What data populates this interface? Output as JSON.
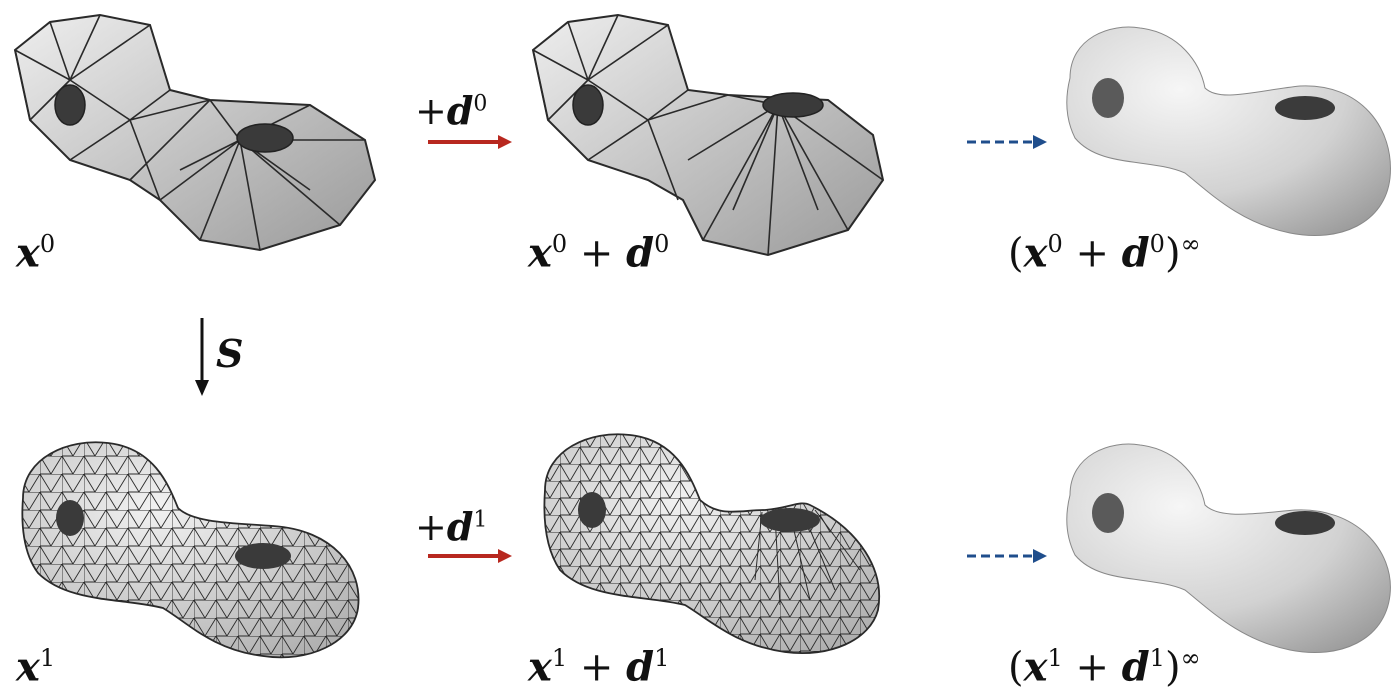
{
  "labels": {
    "x0": {
      "var": "x",
      "sup": "0"
    },
    "x0d0": {
      "var1": "x",
      "sup1": "0",
      "op": " + ",
      "var2": "d",
      "sup2": "0"
    },
    "lim0": {
      "open": "(",
      "var1": "x",
      "sup1": "0",
      "op": " + ",
      "var2": "d",
      "sup2": "0",
      "close": ")",
      "exp": "∞"
    },
    "x1": {
      "var": "x",
      "sup": "1"
    },
    "x1d1": {
      "var1": "x",
      "sup1": "1",
      "op": " + ",
      "var2": "d",
      "sup2": "1"
    },
    "lim1": {
      "open": "(",
      "var1": "x",
      "sup1": "1",
      "op": " + ",
      "var2": "d",
      "sup2": "1",
      "close": ")",
      "exp": "∞"
    }
  },
  "arrows": {
    "add0": {
      "sign": "+",
      "var": "d",
      "sup": "0",
      "color": "#b8281f"
    },
    "add1": {
      "sign": "+",
      "var": "d",
      "sup": "1",
      "color": "#b8281f"
    },
    "limit_arrow_color": "#1f4e8c",
    "subdiv": {
      "var": "S"
    }
  },
  "colors": {
    "mesh_fill": "#cfcfcf",
    "mesh_stroke": "#2a2a2a",
    "smooth_fill": "#d9d9d9"
  }
}
